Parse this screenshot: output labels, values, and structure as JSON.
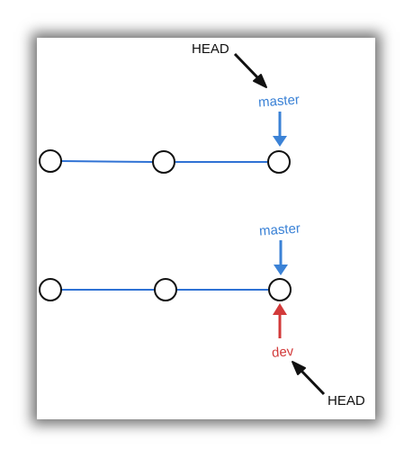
{
  "colors": {
    "line": "#2f72d4",
    "master": "#3b82d6",
    "dev": "#d23a3a",
    "head": "#111111",
    "node_stroke": "#111111"
  },
  "top": {
    "head_label": "HEAD",
    "branch_label": "master"
  },
  "bottom": {
    "master_label": "master",
    "dev_label": "dev",
    "head_label": "HEAD"
  }
}
